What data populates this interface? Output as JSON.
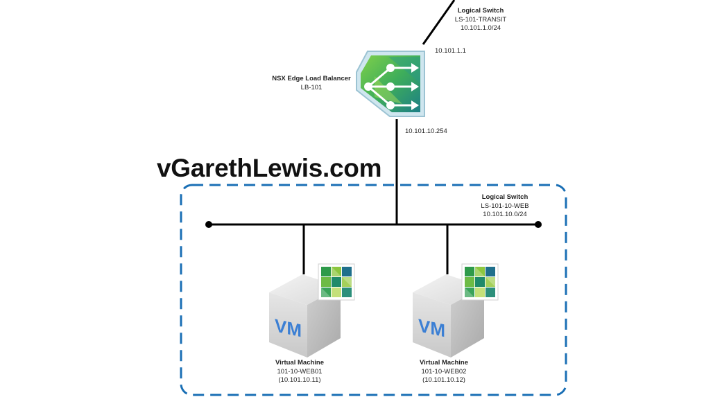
{
  "watermark": "vGarethLewis.com",
  "transit_switch": {
    "title": "Logical Switch",
    "name": "LS-101-TRANSIT",
    "subnet": "10.101.1.0/24"
  },
  "load_balancer": {
    "title": "NSX Edge Load Balancer",
    "name": "LB-101",
    "uplink_ip": "10.101.1.1",
    "internal_ip": "10.101.10.254"
  },
  "web_switch": {
    "title": "Logical Switch",
    "name": "LS-101-10-WEB",
    "subnet": "10.101.10.0/24"
  },
  "vms": [
    {
      "title": "Virtual Machine",
      "name": "101-10-WEB01",
      "ip": "(10.101.10.11)",
      "badge": "VM"
    },
    {
      "title": "Virtual Machine",
      "name": "101-10-WEB02",
      "ip": "(10.101.10.12)",
      "badge": "VM"
    }
  ],
  "colors": {
    "boundary": "#1a6fb5",
    "edge_green": "#5bb548",
    "edge_teal": "#1f8a8a",
    "vm_text": "#3b7fd4"
  },
  "icons": [
    "nsx-edge-load-balancer-icon",
    "virtual-machine-icon",
    "nsx-grid-badge-icon"
  ]
}
